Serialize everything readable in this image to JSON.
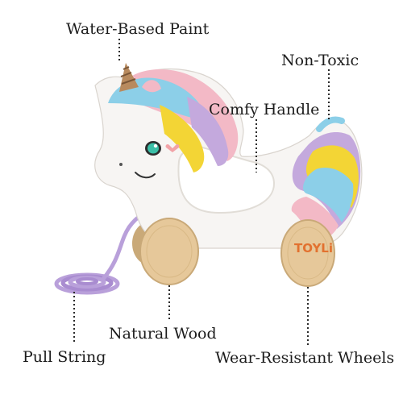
{
  "image": {
    "subject": "wooden unicorn pull toy",
    "brand_logo": "TOYLi",
    "colors": {
      "body": "#f7f5f3",
      "mane_blue": "#8ccfe8",
      "mane_pink": "#f3b9c6",
      "mane_purple": "#c4a9dd",
      "mane_yellow": "#f3d535",
      "wood": "#e6c89a",
      "string": "#b9a0da"
    }
  },
  "labels": {
    "paint": "Water-Based Paint",
    "toxic": "Non-Toxic",
    "handle": "Comfy Handle",
    "wood": "Natural Wood",
    "string": "Pull String",
    "wheels": "Wear-Resistant Wheels"
  }
}
